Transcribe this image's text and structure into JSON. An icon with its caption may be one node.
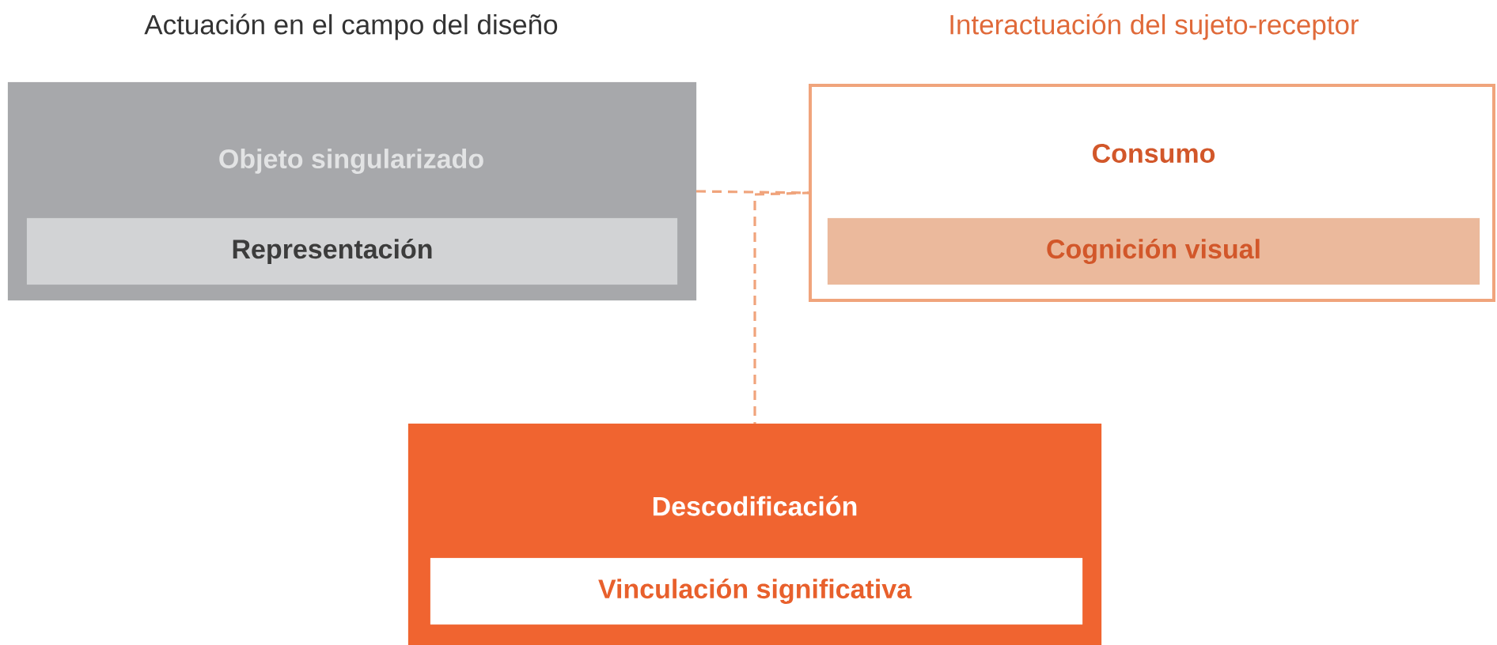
{
  "diagram": {
    "nodes": [
      {
        "text": [
          "Actuación en el campo del diseño",
          "Objeto singularizado"
        ]
      },
      {
        "text": [
          "Representación"
        ],
        "in": 0
      },
      {
        "text": [
          "Interactuación del sujeto-receptor",
          "Consumo"
        ]
      },
      {
        "text": [
          "Cognición visual"
        ],
        "in": 2
      },
      {
        "text": [
          "Descodificación"
        ]
      },
      {
        "text": [
          "Vinculación significativa"
        ],
        "in": 4
      }
    ],
    "edges": [
      {
        "from": 0,
        "to": 2,
        "arrow": "none",
        "style": "dashed",
        "color": "#f0a47c"
      },
      {
        "from": 4,
        "to": 2,
        "arrow": "none",
        "style": "dashed",
        "color": "#f0a47c"
      }
    ]
  }
}
